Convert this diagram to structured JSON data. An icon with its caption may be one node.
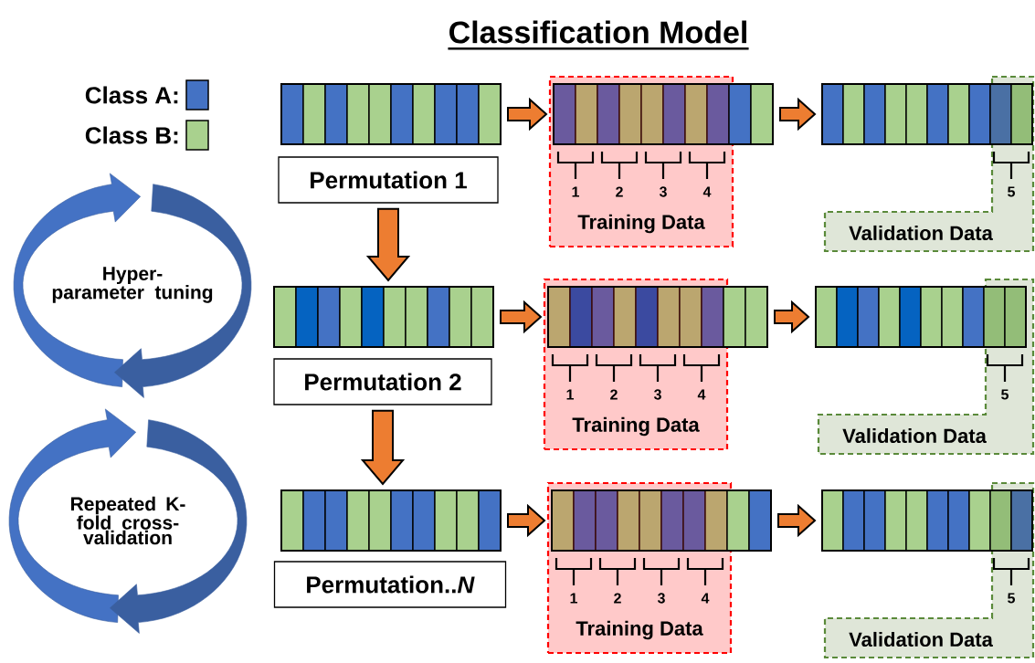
{
  "diagram": {
    "title": "Classification Model",
    "nodes": [
      {
        "text": [
          "Hyper-parameter tuning"
        ]
      },
      {
        "text": [
          "Repeated K-fold cross-validation"
        ]
      },
      {
        "text": [],
        "shape": "bar"
      },
      {
        "text": [
          "1",
          "2",
          "3",
          "4",
          "Training Data"
        ]
      },
      {
        "text": [],
        "shape": "bar"
      },
      {
        "text": [],
        "shape": "bar"
      },
      {
        "text": [
          "5",
          "Validation Data"
        ]
      },
      {
        "text": [
          "Permutation 1"
        ]
      },
      {
        "text": [],
        "shape": "bar"
      },
      {
        "text": [
          "1",
          "2",
          "3",
          "4",
          "Training Data"
        ]
      },
      {
        "text": [],
        "shape": "bar"
      },
      {
        "text": [],
        "shape": "bar"
      },
      {
        "text": [
          "5",
          "Validation Data"
        ]
      },
      {
        "text": [
          "Permutation 2"
        ]
      },
      {
        "text": [],
        "shape": "bar"
      },
      {
        "text": [
          "1",
          "2",
          "3",
          "4",
          "Training Data"
        ]
      },
      {
        "text": [],
        "shape": "bar"
      },
      {
        "text": [],
        "shape": "bar"
      },
      {
        "text": [
          "5",
          "Validation Data"
        ]
      },
      {
        "text": [
          "Permutation..*N*"
        ]
      }
    ],
    "edges": [
      {
        "from": 2,
        "to": 4,
        "arrow": "to"
      },
      {
        "from": 4,
        "to": 5,
        "arrow": "to"
      },
      {
        "from": 7,
        "to": 8,
        "arrow": "to"
      },
      {
        "from": 8,
        "to": 10,
        "arrow": "to"
      },
      {
        "from": 10,
        "to": 11,
        "arrow": "to"
      },
      {
        "from": 13,
        "to": 14,
        "arrow": "to"
      },
      {
        "from": 14,
        "to": 16,
        "arrow": "to"
      },
      {
        "from": 16,
        "to": 17,
        "arrow": "to"
      }
    ],
    "legend": [
      {
        "text": "Class A:",
        "color": "#4472c4"
      },
      {
        "text": "Class B:",
        "color": "#a9d18e"
      }
    ]
  }
}
